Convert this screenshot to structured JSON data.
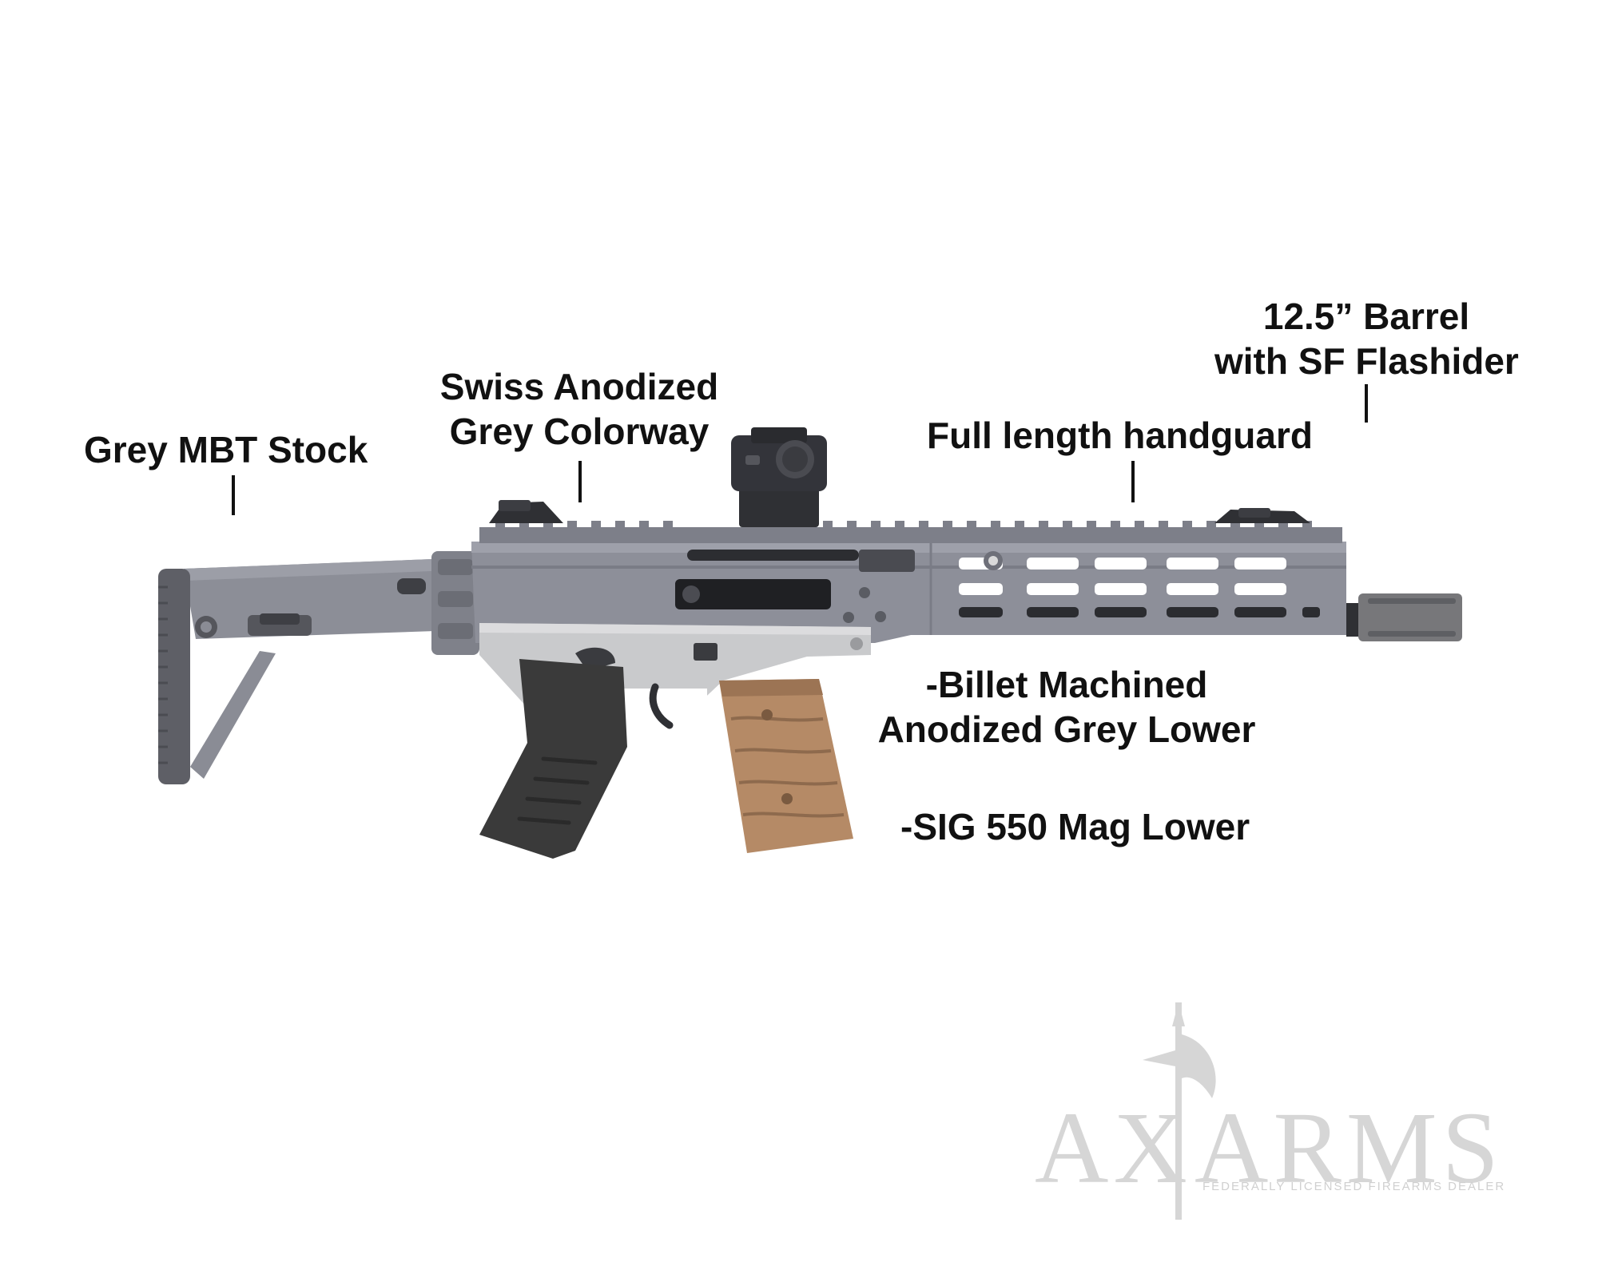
{
  "callouts": {
    "stock": "Grey MBT Stock",
    "colorway": [
      "Swiss Anodized",
      "Grey Colorway"
    ],
    "handguard": "Full length handguard",
    "barrel": [
      "12.5” Barrel",
      "with SF Flashider"
    ],
    "lower": [
      "-Billet Machined",
      "Anodized Grey Lower"
    ],
    "mag": "-SIG 550 Mag Lower"
  },
  "watermark": {
    "left": "AX",
    "right": "ARMS",
    "tagline": "FEDERALLY LICENSED FIREARMS DEALER"
  },
  "colors": {
    "receiver": "#8d8f99",
    "receiver_dark": "#6f717b",
    "lower": "#c9cacc",
    "grip": "#3a3a3a",
    "magazine": "#b58a66",
    "optic": "#2f2f2f",
    "watermark": "#d6d6d6"
  }
}
